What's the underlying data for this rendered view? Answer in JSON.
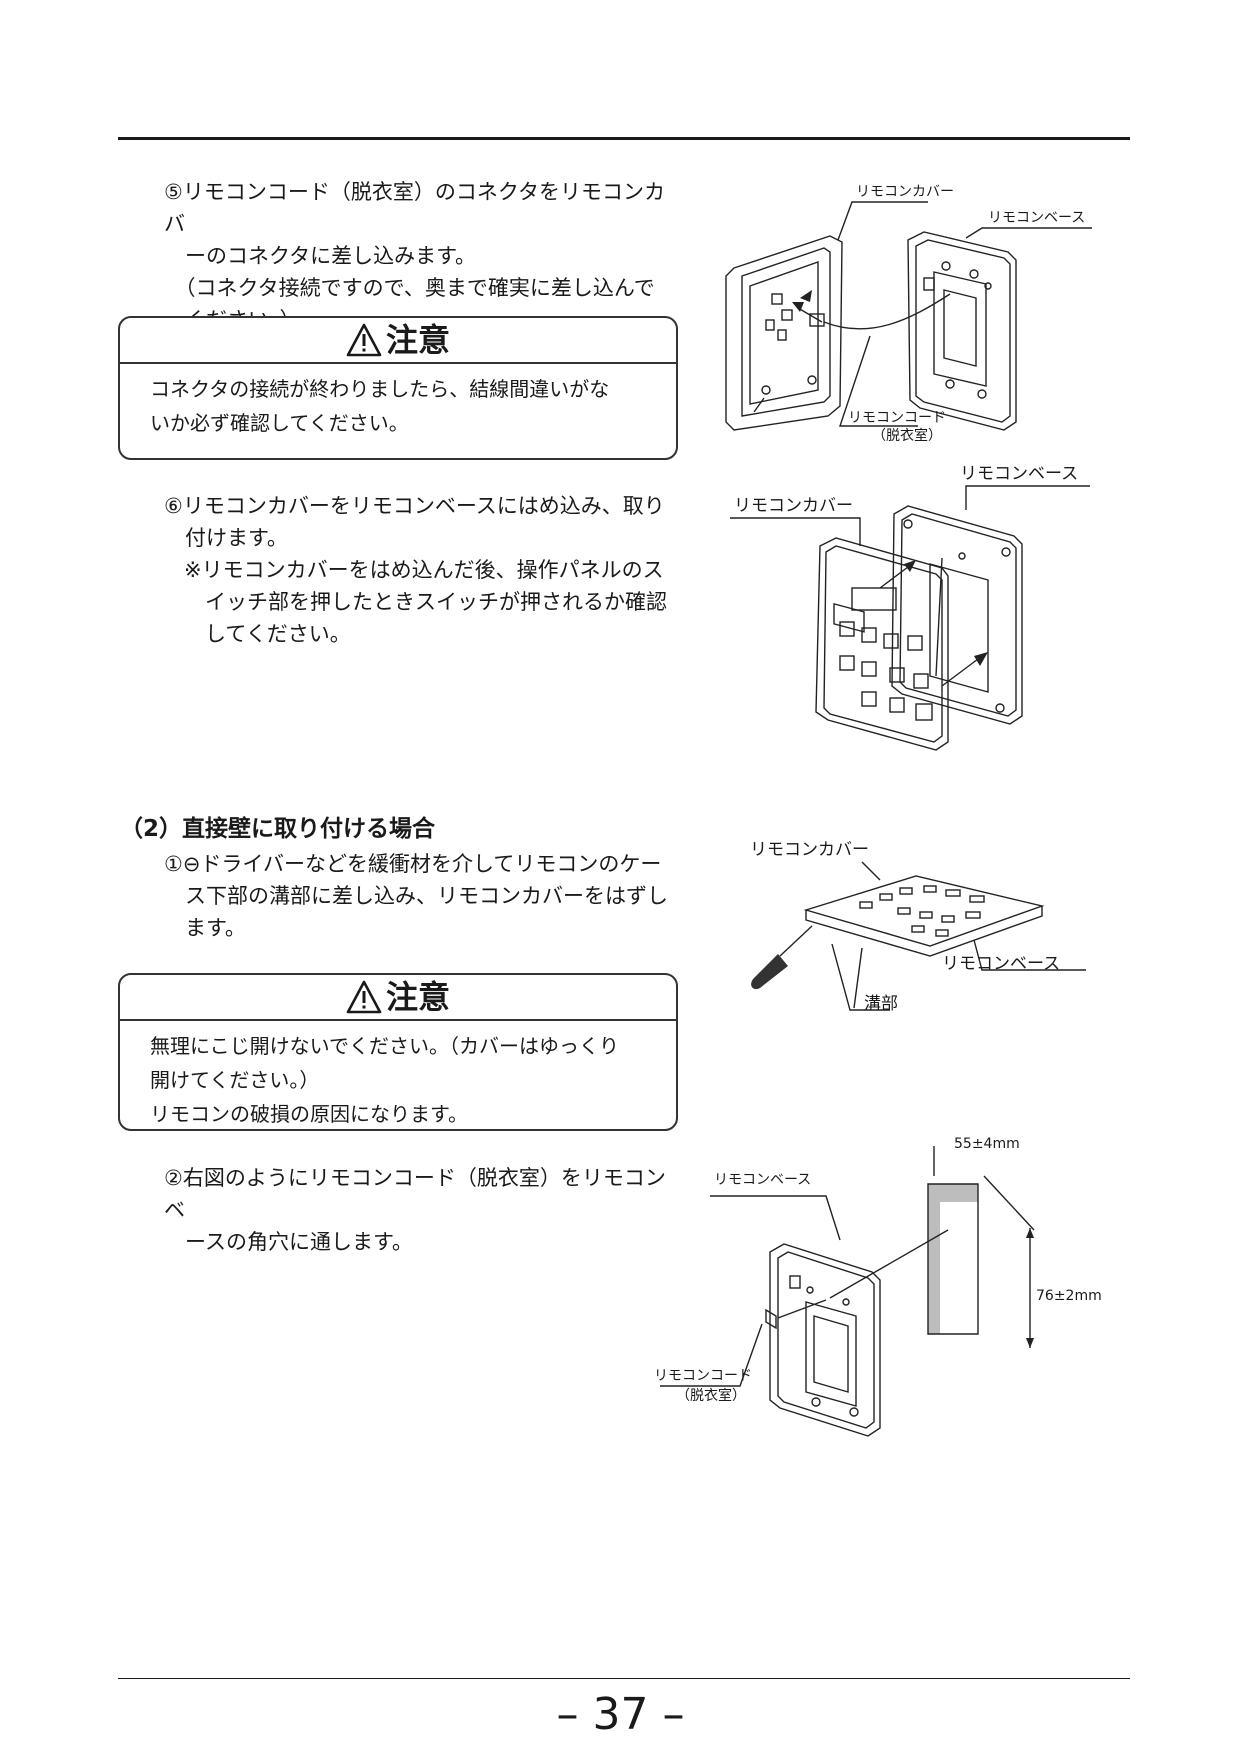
{
  "steps": {
    "step5": "⑤リモコンコード（脱衣室）のコネクタをリモコンカバ\n　ーのコネクタに差し込みます。\n　（コネクタ接続ですので、奥まで確実に差し込んで\n　ください。）",
    "step6": "⑥リモコンカバーをリモコンベースにはめ込み、取り\n　付けます。",
    "step6_note": "※リモコンカバーをはめ込んだ後、操作パネルのス\n　イッチ部を押したときスイッチが押されるか確認\n　してください。",
    "section2_title": "（2）直接壁に取り付ける場合",
    "step1": "①⊖ドライバーなどを緩衝材を介してリモコンのケー\n　ス下部の溝部に差し込み、リモコンカバーをはずし\n　ます。",
    "step2": "②右図のようにリモコンコード（脱衣室）をリモコンベ\n　ースの角穴に通します。"
  },
  "cautions": [
    {
      "title": "注意",
      "body": "コネクタの接続が終わりましたら、結線間違いがな\nいか必ず確認してください。"
    },
    {
      "title": "注意",
      "body": "無理にこじ開けないでください。（カバーはゆっくり\n開けてください。）\nリモコンの破損の原因になります。"
    }
  ],
  "figure1": {
    "cover": "リモコンカバー",
    "base": "リモコンベース",
    "cord": "リモコンコード",
    "cord_sub": "（脱衣室）"
  },
  "figure2": {
    "base": "リモコンベース",
    "cover": "リモコンカバー"
  },
  "figure3": {
    "cover": "リモコンカバー",
    "base": "リモコンベース",
    "groove": "溝部"
  },
  "figure4": {
    "base": "リモコンベース",
    "cord": "リモコンコード",
    "cord_sub": "（脱衣室）",
    "width": "55±4mm",
    "height": "76±2mm"
  },
  "page_number": "– 37 –",
  "icons": {
    "caution": "warning-triangle-icon"
  }
}
